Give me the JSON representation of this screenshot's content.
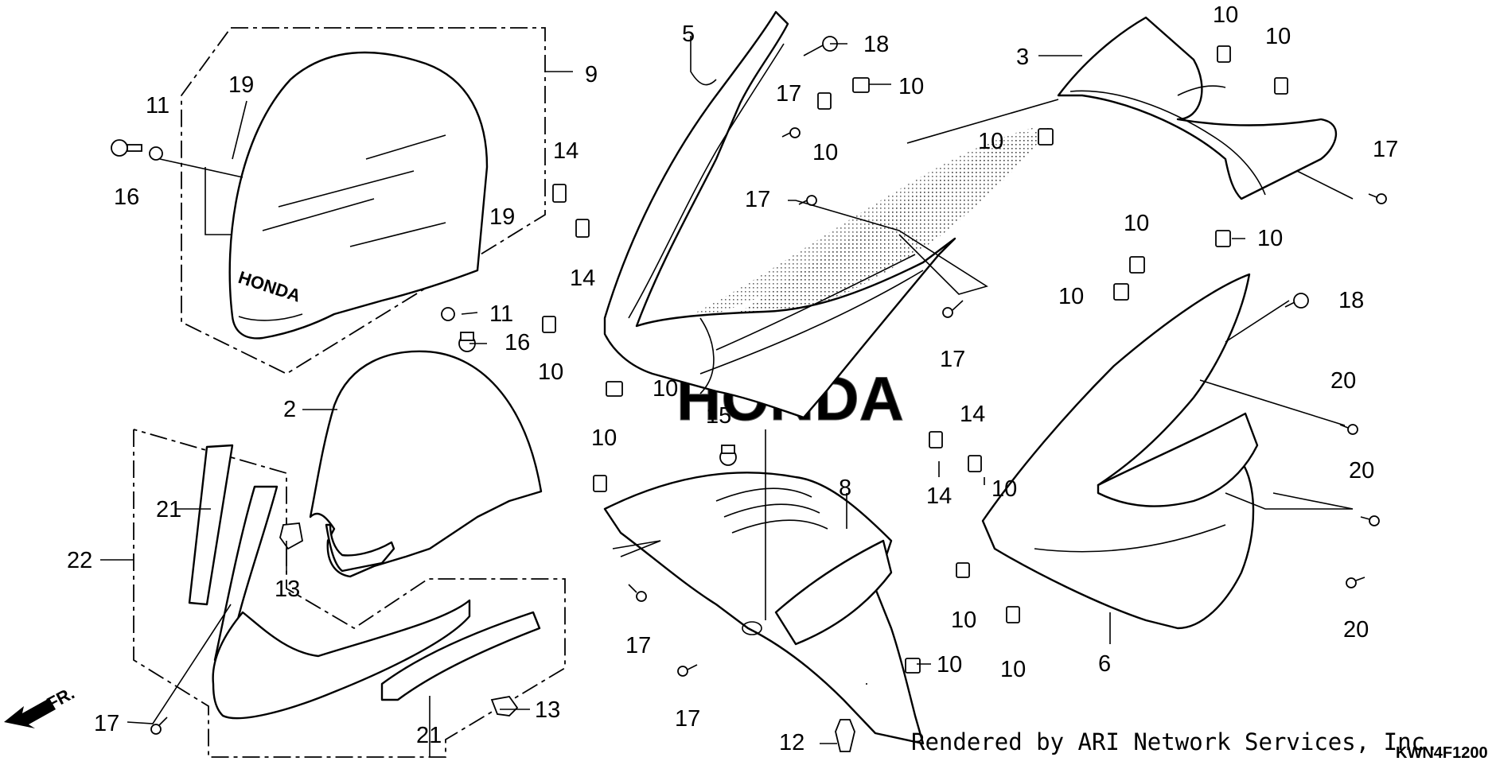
{
  "credit": "Rendered by ARI Network Services, Inc.",
  "diagram_code": "KWN4F1200",
  "watermark_text": "HONDA",
  "front_arrow_label": "FR.",
  "part_numbers": {
    "p9": "9",
    "p19a": "19",
    "p19b": "19",
    "p11a": "11",
    "p11b": "11",
    "p16a": "16",
    "p16b": "16",
    "p14a": "14",
    "p14b": "14",
    "p10a": "10",
    "p10b": "10",
    "p2": "2",
    "p21a": "21",
    "p21b": "21",
    "p22": "22",
    "p13a": "13",
    "p13b": "13",
    "p17a": "17",
    "p5": "5",
    "p18a": "18",
    "p10c": "10",
    "p17b": "17",
    "p10d": "10",
    "p17c": "17",
    "p17d": "17",
    "p15": "15",
    "p10e": "10",
    "p8": "8",
    "p17e": "17",
    "p17f": "17",
    "p12": "12",
    "p10f": "10",
    "p3": "3",
    "p10g": "10",
    "p10h": "10",
    "p10i": "10",
    "p17g": "17",
    "p10j": "10",
    "p10k": "10",
    "p10l": "10",
    "p18b": "18",
    "p20a": "20",
    "p20b": "20",
    "p20c": "20",
    "p6": "6",
    "p14c": "14",
    "p14d": "14",
    "p10m": "10",
    "p10n": "10",
    "p10o": "10"
  }
}
